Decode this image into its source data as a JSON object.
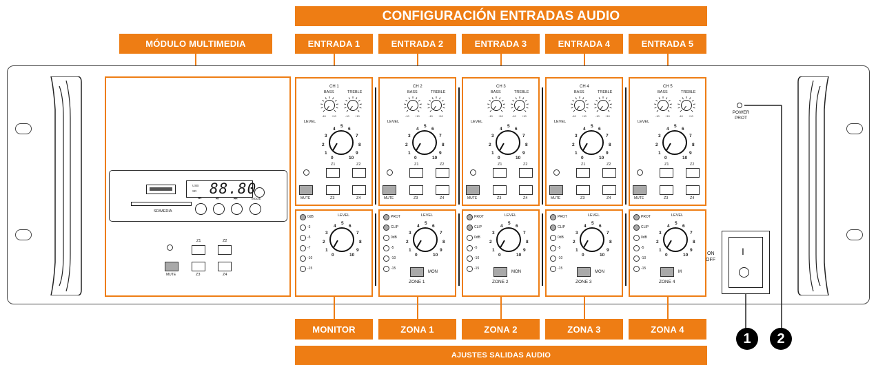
{
  "labels": {
    "config_inputs": "CONFIGURACIÓN ENTRADAS AUDIO",
    "output_settings": "AJUSTES SALIDAS AUDIO",
    "multimedia": "MÓDULO MULTIMEDIA",
    "inputs": [
      "ENTRADA 1",
      "ENTRADA 2",
      "ENTRADA 3",
      "ENTRADA 4",
      "ENTRADA 5"
    ],
    "outputs": [
      "MONITOR",
      "ZONA 1",
      "ZONA 2",
      "ZONA 3",
      "ZONA 4"
    ]
  },
  "channels": [
    {
      "name": "CH 1"
    },
    {
      "name": "CH 2"
    },
    {
      "name": "CH 3"
    },
    {
      "name": "CH 4"
    },
    {
      "name": "CH 5"
    }
  ],
  "channel_common": {
    "bass": "BASS",
    "treble": "TREBLE",
    "level": "LEVEL",
    "eq_min": "-10",
    "eq_max": "+10",
    "ticks": [
      "0",
      "1",
      "2",
      "3",
      "4",
      "5",
      "6",
      "7",
      "8",
      "9",
      "10"
    ],
    "zone_buttons": [
      "Z1",
      "Z2",
      "Z3",
      "Z4"
    ],
    "mute": "MUTE"
  },
  "monitor_meter": [
    "0dB",
    "-3",
    "-5",
    "-7",
    "-10",
    "-15"
  ],
  "zone_meter": [
    "PROT",
    "CLIP",
    "0dB",
    "-5",
    "-10",
    "-15"
  ],
  "zones": [
    {
      "name": "ZONE 1",
      "button": "MON"
    },
    {
      "name": "ZONE 2",
      "button": "MON"
    },
    {
      "name": "ZONE 3",
      "button": "MON"
    },
    {
      "name": "ZONE 4",
      "button": "M"
    }
  ],
  "multimedia_panel": {
    "display": "88.80",
    "usb": "USB",
    "sd": "SD",
    "sd_media": "SD/MEDIA",
    "transport": [
      "⏮",
      "⏯",
      "⏭"
    ],
    "mode": "MODE",
    "zone_buttons": [
      "Z1",
      "Z2",
      "Z3",
      "Z4"
    ],
    "mute": "MUTE"
  },
  "power": {
    "indicator": "POWER\nPROT",
    "switch_on": "ON",
    "switch_off": "OFF",
    "switch_on_symbol": "I",
    "switch_off_symbol": "O"
  },
  "callouts": [
    "1",
    "2"
  ]
}
